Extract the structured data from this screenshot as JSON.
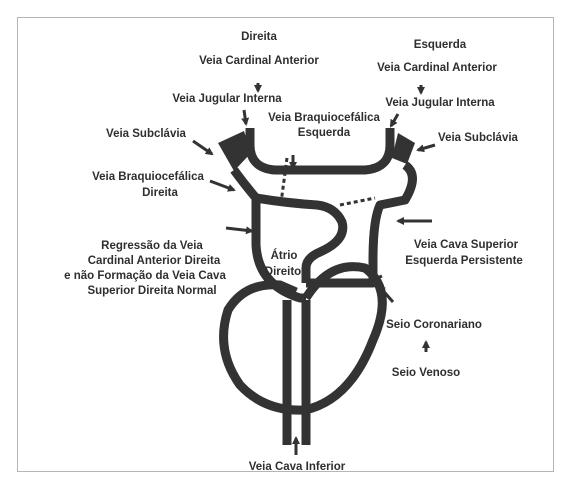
{
  "labels": {
    "right_side": "Direita",
    "left_side": "Esquerda",
    "right_anterior_cardinal": "Veia Cardinal Anterior",
    "left_anterior_cardinal": "Veia Cardinal Anterior",
    "right_internal_jugular": "Veia Jugular Interna",
    "left_internal_jugular": "Veia Jugular Interna",
    "left_brachiocephalic": [
      "Veia Braquiocefálica",
      "Esquerda"
    ],
    "right_subclavian": "Veia Subclávia",
    "left_subclavian": "Veia Subclávia",
    "right_brachiocephalic": [
      "Veia Braquiocefálica",
      "Direita"
    ],
    "regression_note": [
      "Regressão da Veia",
      "Cardinal Anterior Direita",
      "e não Formação da Veia Cava",
      "Superior Direita Normal"
    ],
    "right_atrium": [
      "Átrio",
      "Direito"
    ],
    "persistent_left_svc": [
      "Veia Cava Superior",
      "Esquerda Persistente"
    ],
    "coronary_sinus": "Seio Coronariano",
    "sinus_venosus": "Seio Venoso",
    "inferior_vena_cava": "Veia Cava Inferior"
  },
  "colors": {
    "vein": "#333333",
    "text": "#2f2f2f",
    "frame": "#b5b5b5",
    "background": "#ffffff"
  }
}
